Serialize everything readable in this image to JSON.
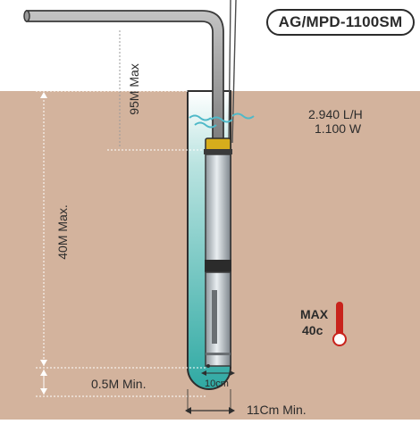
{
  "model": "AG/MPD-1100SM",
  "specs": {
    "flow_rate": "2.940 L/H",
    "power": "1.100 W"
  },
  "dimensions": {
    "max_lift": "95M Max",
    "max_depth": "40M Max.",
    "min_bottom_clearance": "0.5M Min.",
    "pump_diameter": "10cm",
    "min_well_diameter": "11Cm Min."
  },
  "temperature": {
    "label": "MAX",
    "value": "40c"
  },
  "colors": {
    "ground": "#d3b39d",
    "sky": "#ffffff",
    "water": "#3fb3ae",
    "pipe": "#9a9a9a",
    "thermometer": "#c8231c",
    "dimension_line": "#ffffff",
    "text": "#2b2b2b"
  }
}
